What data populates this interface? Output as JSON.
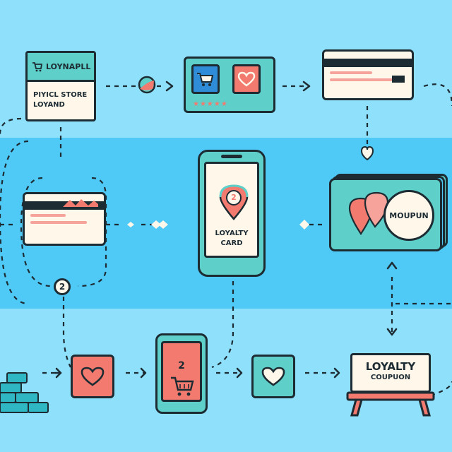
{
  "diagram": {
    "nodes": {
      "store_card": {
        "logo_text": "LOYNAPLL",
        "line1": "PIYICL STORE",
        "line2": "LOYAND"
      },
      "phone_card": {
        "badge": "2",
        "line1": "LOYALTY",
        "line2": "CARD"
      },
      "coupon_card": {
        "seal_text": "MOUPUN"
      },
      "cart_phone": {
        "badge": "2"
      },
      "loyalty_coupon": {
        "line1": "LOYALTY",
        "line2": "COUPUON"
      },
      "step_badge": {
        "text": "2"
      }
    },
    "colors": {
      "background": "#8fe0fb",
      "band": "#4fc9f5",
      "teal": "#5ed0c9",
      "coral": "#f27a6f",
      "cream": "#fff7ea",
      "ink": "#1d2b33",
      "blue": "#2e8cd9"
    },
    "icons": [
      "cart-icon",
      "heart-icon",
      "map-pin-icon",
      "star-icon",
      "chevron-icon"
    ]
  }
}
